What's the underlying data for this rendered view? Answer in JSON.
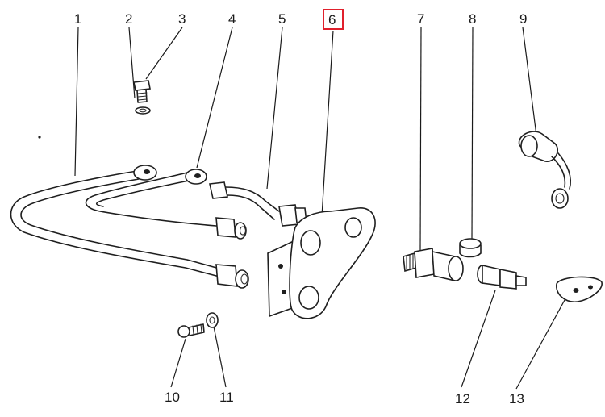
{
  "diagram": {
    "highlight_color": "#e0202c",
    "callouts": [
      {
        "id": "1",
        "label": "1"
      },
      {
        "id": "2",
        "label": "2"
      },
      {
        "id": "3",
        "label": "3"
      },
      {
        "id": "4",
        "label": "4"
      },
      {
        "id": "5",
        "label": "5"
      },
      {
        "id": "6",
        "label": "6",
        "highlighted": true
      },
      {
        "id": "7",
        "label": "7"
      },
      {
        "id": "8",
        "label": "8"
      },
      {
        "id": "9",
        "label": "9"
      },
      {
        "id": "10",
        "label": "10"
      },
      {
        "id": "11",
        "label": "11"
      },
      {
        "id": "12",
        "label": "12"
      },
      {
        "id": "13",
        "label": "13"
      }
    ]
  }
}
